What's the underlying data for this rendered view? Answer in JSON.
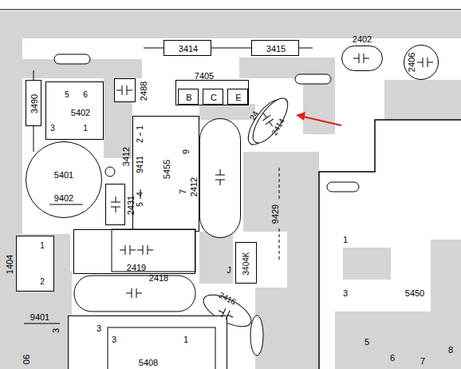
{
  "diagram": {
    "nodes": [
      {
        "text": [
          "3414"
        ]
      },
      {
        "text": [
          "3415"
        ]
      },
      {
        "text": [
          "2402"
        ]
      },
      {
        "text": [
          "2406"
        ]
      },
      {
        "text": [
          "3490"
        ]
      },
      {
        "text": [
          "5402",
          "5",
          "6",
          "3",
          "1"
        ]
      },
      {
        "text": [
          "2488"
        ]
      },
      {
        "text": [
          "7405"
        ]
      },
      {
        "text": [
          "B"
        ],
        "in": 7
      },
      {
        "text": [
          "C"
        ],
        "in": 7
      },
      {
        "text": [
          "E"
        ],
        "in": 7
      },
      {
        "text": [
          "24",
          "2414"
        ]
      },
      {
        "text": [
          "5455"
        ]
      },
      {
        "text": [
          "2412"
        ]
      },
      {
        "text": [
          "5401",
          "9402"
        ]
      },
      {
        "text": [
          "2431"
        ]
      },
      {
        "text": [
          "1404",
          "1",
          "2"
        ]
      },
      {
        "text": [
          "2419",
          "2418"
        ]
      },
      {
        "text": [
          "3404K"
        ]
      },
      {
        "text": [
          "2416"
        ]
      },
      {
        "text": [
          "1",
          "3",
          "5450",
          "5",
          "6",
          "7",
          "8"
        ]
      },
      {
        "text": [
          "3",
          "3",
          "1",
          "5408"
        ]
      }
    ],
    "labels": [
      "9411",
      "5",
      "4",
      "2",
      "1",
      "9",
      "7",
      "3412",
      "9429",
      "J",
      "9401",
      "3",
      "06"
    ]
  }
}
